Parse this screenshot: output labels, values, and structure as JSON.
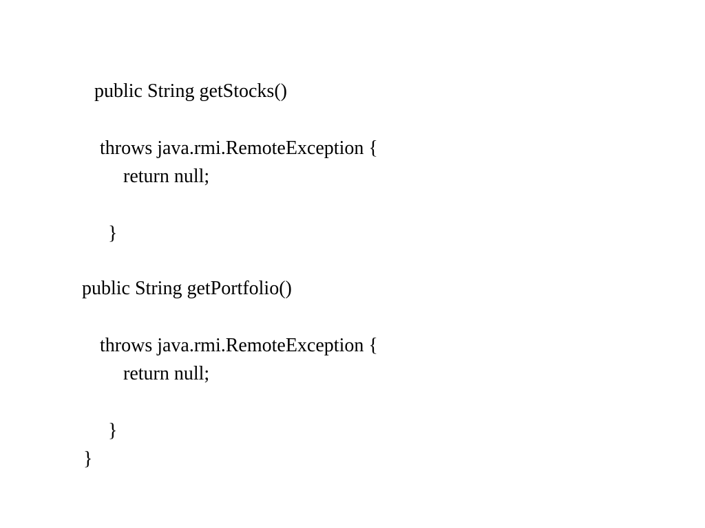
{
  "code_lines": [
    "public String getStocks()",
    "throws java.rmi.RemoteException {",
    "return null;",
    "}",
    "public String getPortfolio()",
    "throws java.rmi.RemoteException {",
    "return null;",
    "}",
    "}"
  ]
}
